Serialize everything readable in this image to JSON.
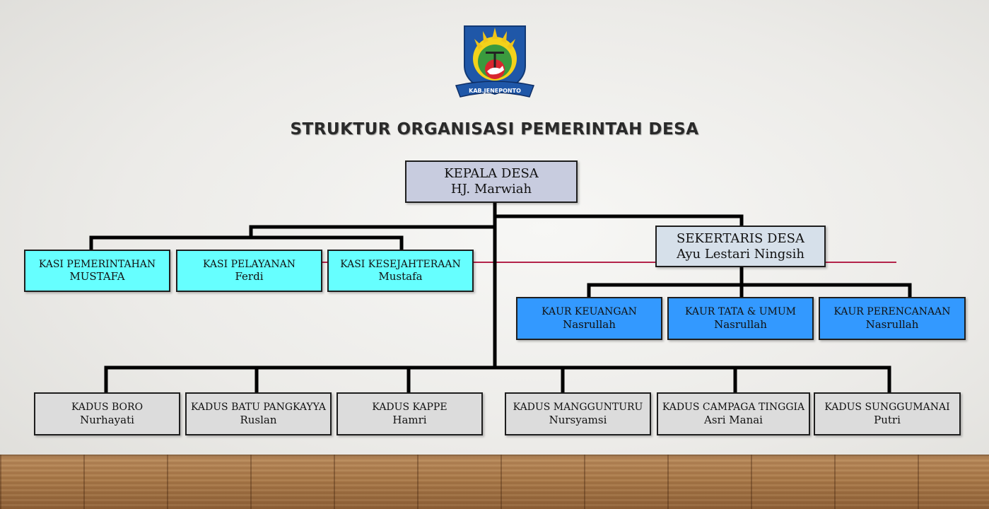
{
  "logo": {
    "text": "KAB.JENEPONTO",
    "icon": "kab-jeneponto-emblem"
  },
  "title": "STRUKTUR ORGANISASI PEMERINTAH DESA",
  "head": {
    "title": "KEPALA DESA",
    "name": "HJ. Marwiah"
  },
  "secretary": {
    "title": "SEKERTARIS DESA",
    "name": "Ayu Lestari Ningsih"
  },
  "kasi": [
    {
      "title": "KASI PEMERINTAHAN",
      "name": "MUSTAFA"
    },
    {
      "title": "KASI PELAYANAN",
      "name": "Ferdi"
    },
    {
      "title": "KASI KESEJAHTERAAN",
      "name": "Mustafa"
    }
  ],
  "kaur": [
    {
      "title": "KAUR KEUANGAN",
      "name": "Nasrullah"
    },
    {
      "title": "KAUR TATA & UMUM",
      "name": "Nasrullah"
    },
    {
      "title": "KAUR PERENCANAAN",
      "name": "Nasrullah"
    }
  ],
  "kadus": [
    {
      "title": "KADUS BORO",
      "name": "Nurhayati"
    },
    {
      "title": "KADUS BATU PANGKAYYA",
      "name": "Ruslan"
    },
    {
      "title": "KADUS KAPPE",
      "name": "Hamri"
    },
    {
      "title": "KADUS MANGGUNTURU",
      "name": "Nursyamsi"
    },
    {
      "title": "KADUS CAMPAGA TINGGIA",
      "name": "Asri Manai"
    },
    {
      "title": "KADUS SUNGGUMANAI",
      "name": "Putri"
    }
  ],
  "colors": {
    "head_fill": "#c8ccdf",
    "secretary_fill": "#d6e0ea",
    "kasi_fill": "#66ffff",
    "kaur_fill": "#3399ff",
    "kadus_fill": "#dcdcdc",
    "connector": "#000000",
    "accent_line": "#b3234a"
  }
}
